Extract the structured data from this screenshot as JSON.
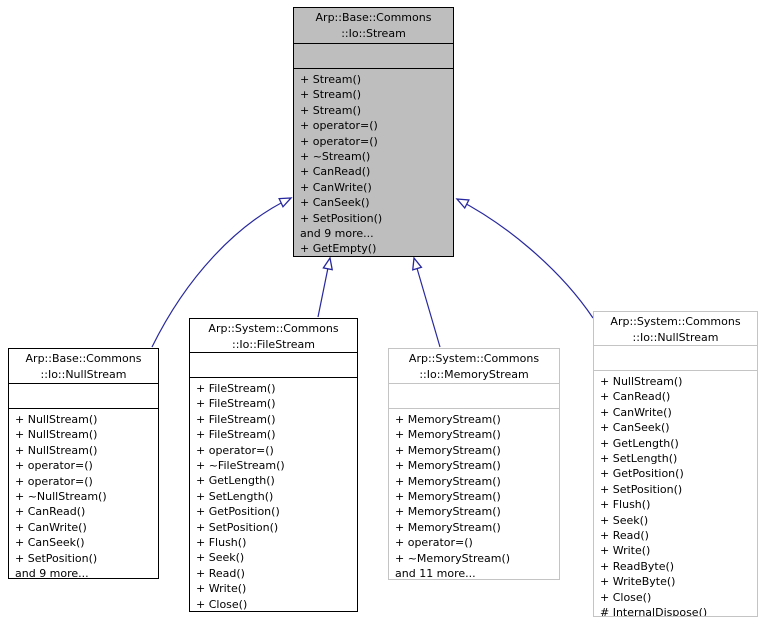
{
  "classes": {
    "stream": {
      "title": "Arp::Base::Commons\n::Io::Stream",
      "methods": [
        "+ Stream()",
        "+ Stream()",
        "+ Stream()",
        "+ operator=()",
        "+ operator=()",
        "+ ~Stream()",
        "+ CanRead()",
        "+ CanWrite()",
        "+ CanSeek()",
        "+ SetPosition()",
        "and 9 more...",
        "+ GetEmpty()"
      ]
    },
    "nullstream_base": {
      "title": "Arp::Base::Commons\n::Io::NullStream",
      "methods": [
        "+ NullStream()",
        "+ NullStream()",
        "+ NullStream()",
        "+ operator=()",
        "+ operator=()",
        "+ ~NullStream()",
        "+ CanRead()",
        "+ CanWrite()",
        "+ CanSeek()",
        "+ SetPosition()",
        "and 9 more..."
      ]
    },
    "filestream": {
      "title": "Arp::System::Commons\n::Io::FileStream",
      "methods": [
        "+ FileStream()",
        "+ FileStream()",
        "+ FileStream()",
        "+ FileStream()",
        "+ operator=()",
        "+ ~FileStream()",
        "+ GetLength()",
        "+ SetLength()",
        "+ GetPosition()",
        "+ SetPosition()",
        "+ Flush()",
        "+ Seek()",
        "+ Read()",
        "+ Write()",
        "+ Close()"
      ]
    },
    "memorystream": {
      "title": "Arp::System::Commons\n::Io::MemoryStream",
      "methods": [
        "+ MemoryStream()",
        "+ MemoryStream()",
        "+ MemoryStream()",
        "+ MemoryStream()",
        "+ MemoryStream()",
        "+ MemoryStream()",
        "+ MemoryStream()",
        "+ MemoryStream()",
        "+ operator=()",
        "+ ~MemoryStream()",
        "and 11 more..."
      ]
    },
    "nullstream_system": {
      "title": "Arp::System::Commons\n::Io::NullStream",
      "methods": [
        "+ NullStream()",
        "+ CanRead()",
        "+ CanWrite()",
        "+ CanSeek()",
        "+ GetLength()",
        "+ SetLength()",
        "+ GetPosition()",
        "+ SetPosition()",
        "+ Flush()",
        "+ Seek()",
        "+ Read()",
        "+ Write()",
        "+ ReadByte()",
        "+ WriteByte()",
        "+ Close()",
        "# InternalDispose()"
      ]
    }
  },
  "colors": {
    "highlight_node_fill": "#bebebe",
    "node_fill": "#ffffff",
    "strong_border": "#000000",
    "muted_border": "#c4c4c4",
    "edge": "#27279e",
    "text": "#000000"
  }
}
